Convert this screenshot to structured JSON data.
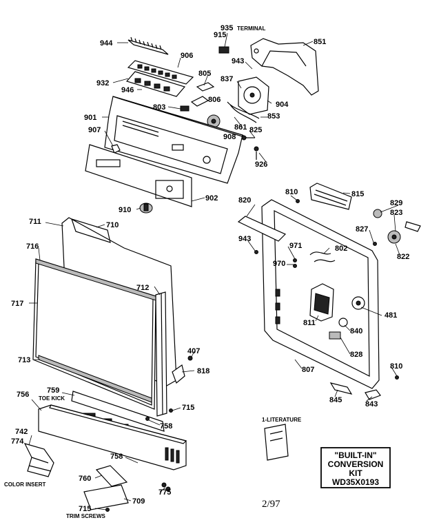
{
  "labels": {
    "p944": "944",
    "p935": "935",
    "terminal": "TERMINAL",
    "p915": "915",
    "p851": "851",
    "p906": "906",
    "p943a": "943",
    "p805": "805",
    "p837": "837",
    "p932": "932",
    "p946": "946",
    "p806": "806",
    "p904": "904",
    "p803": "803",
    "p901": "901",
    "p853": "853",
    "p861": "861",
    "p907": "907",
    "p825": "825",
    "p908": "908",
    "p926": "926",
    "p910": "910",
    "p902": "902",
    "p810a": "810",
    "p815": "815",
    "p820": "820",
    "p829": "829",
    "p823": "823",
    "p827": "827",
    "p943b": "943",
    "p971": "971",
    "p802": "802",
    "p970": "970",
    "p822": "822",
    "p711": "711",
    "p710": "710",
    "p716": "716",
    "p712": "712",
    "p717": "717",
    "p481": "481",
    "p811": "811",
    "p840": "840",
    "p407": "407",
    "p828": "828",
    "p713": "713",
    "p818": "818",
    "p807": "807",
    "p810b": "810",
    "p759": "759",
    "toe_kick": "TOE KICK",
    "p756": "756",
    "p715a": "715",
    "p845": "845",
    "p843": "843",
    "p758a": "758",
    "literature": "1-LITERATURE",
    "p742": "742",
    "p774": "774",
    "p758b": "758",
    "color_insert": "COLOR INSERT",
    "p760": "760",
    "p775": "775",
    "p715b": "715",
    "p709": "709",
    "trim_screws": "TRIM SCREWS"
  },
  "kit_box": {
    "line1": "\"BUILT-IN\"",
    "line2": "CONVERSION",
    "line3": "KIT",
    "line4": "WD35X0193"
  },
  "date": "2/97"
}
